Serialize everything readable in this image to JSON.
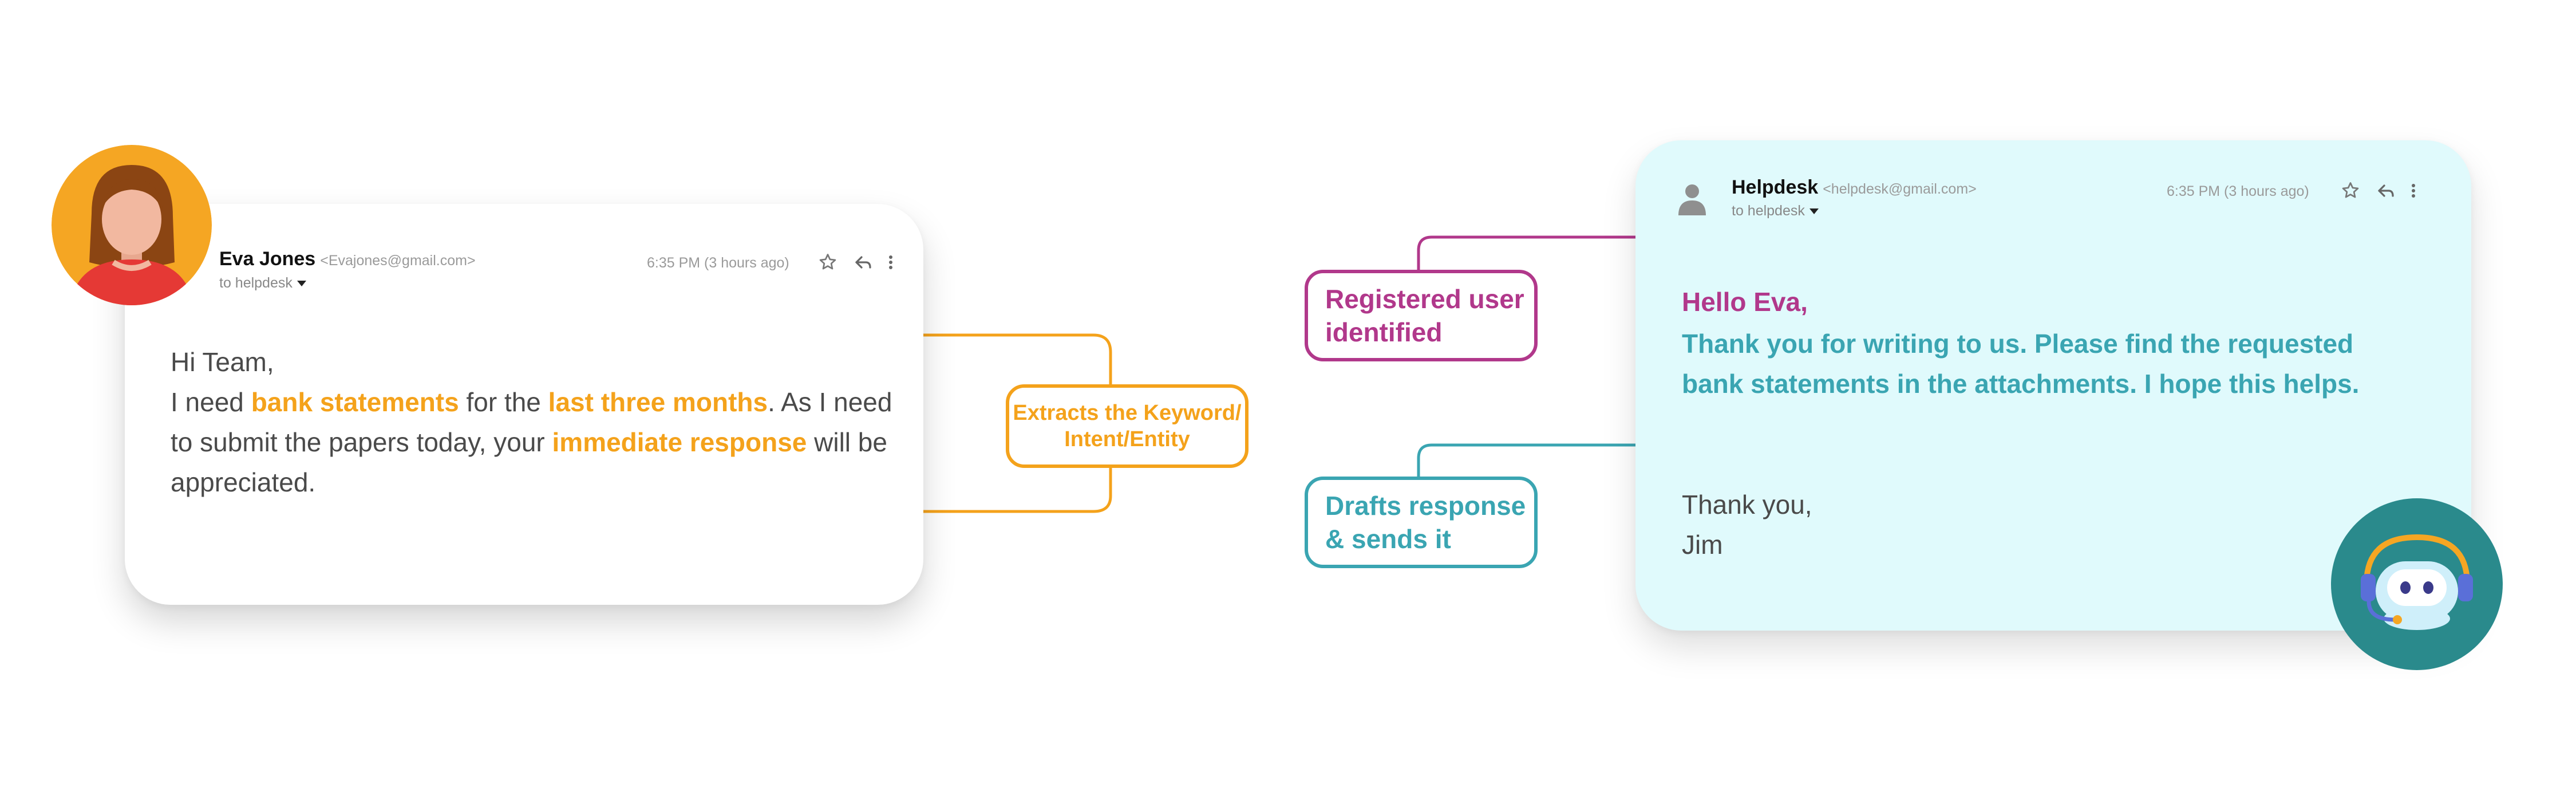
{
  "colors": {
    "orange": "#f4a21b",
    "magenta": "#b1388b",
    "teal": "#3aa5b2",
    "right_card_bg": "#e0fafc",
    "bot_circle": "#2a8a8c"
  },
  "left_email": {
    "avatar": "woman-avatar",
    "sender_name": "Eva Jones",
    "sender_email": "<Evajones@gmail.com>",
    "to_line": "to helpdesk",
    "time": "6:35 PM (3 hours ago)",
    "icons": [
      "star-icon",
      "reply-icon",
      "more-vertical-icon"
    ],
    "greeting": "Hi Team,",
    "body": {
      "t1": "I need ",
      "k1": "bank statements",
      "t2": " for the ",
      "k2": "last three months",
      "t3": ". As I need to submit the papers today, your ",
      "k3": "immediate response",
      "t4": " will be appreciated."
    }
  },
  "labels": {
    "extract": [
      "Extracts the Keyword/",
      "Intent/Entity"
    ],
    "registered": [
      "Registered user",
      "identified"
    ],
    "drafts": [
      "Drafts response",
      "& sends it"
    ]
  },
  "right_email": {
    "avatar": "person-silhouette-icon",
    "sender_name": "Helpdesk",
    "sender_email": "<helpdesk@gmail.com>",
    "to_line": "to helpdesk",
    "time": "6:35 PM (3 hours ago)",
    "icons": [
      "star-icon",
      "reply-icon",
      "more-vertical-icon"
    ],
    "greeting": "Hello Eva,",
    "response": "Thank you for writing to us. Please find the requested bank statements in the attachments. I hope this helps.",
    "closing": "Thank you,",
    "signature": "Jim",
    "bot_avatar": "support-bot-icon"
  }
}
